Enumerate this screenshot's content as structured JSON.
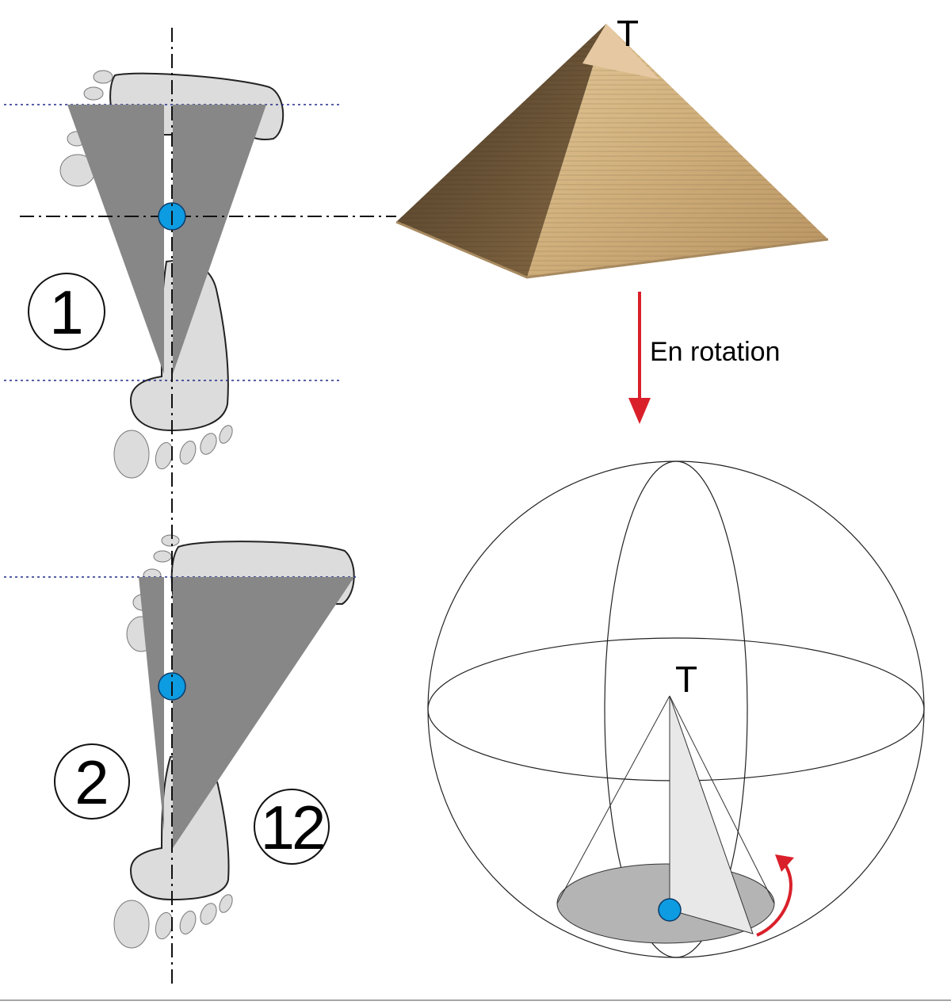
{
  "labels": {
    "step_1": "1",
    "step_2": "2",
    "step_12": "12",
    "apex_pyramid": "T",
    "apex_sphere": "T",
    "rotation_caption": "En rotation"
  },
  "colors": {
    "foot_fill": "#dcdcdc",
    "triangle_fill": "#878787",
    "center_point": "#0d9be1",
    "rotation_arrow": "#d9202a",
    "guide_dotted": "#1f2a8a",
    "cone_face": "#e8e8e8",
    "cone_base": "#b4b4b4",
    "pyramid_light": "#d6b88a",
    "pyramid_dark": "#6e5638"
  },
  "icons": {
    "center": "blue-dot-icon",
    "rotation": "curved-arrow-icon",
    "down": "down-arrow-icon"
  }
}
